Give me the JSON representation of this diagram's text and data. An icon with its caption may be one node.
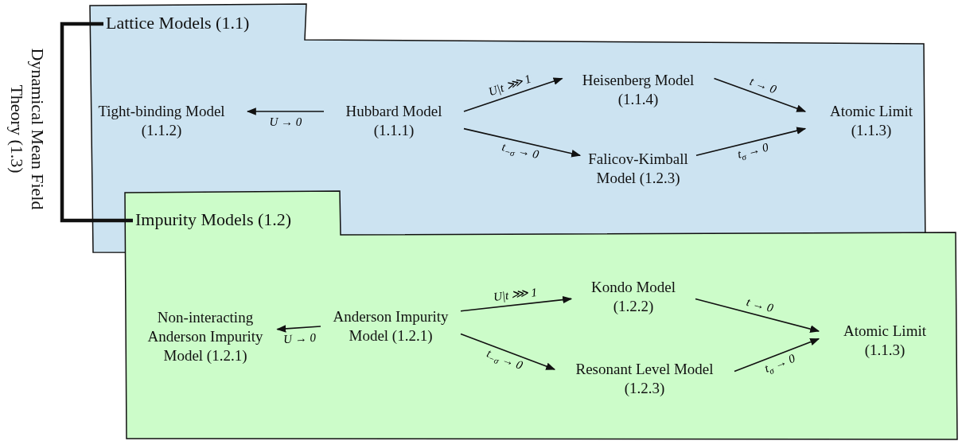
{
  "diagram": {
    "nodes": [
      {
        "text": [
          "Lattice Models (1.1)"
        ]
      },
      {
        "text": [
          "Tight-binding Model (1.1.2)"
        ],
        "in": 0
      },
      {
        "text": [
          "Hubbard Model (1.1.1)"
        ],
        "in": 0
      },
      {
        "text": [
          "Heisenberg Model (1.1.4)"
        ],
        "in": 0
      },
      {
        "text": [
          "Falicov-Kimball Model (1.2.3)"
        ],
        "in": 0
      },
      {
        "text": [
          "Atomic Limit (1.1.3)"
        ],
        "in": 0
      },
      {
        "text": [
          "Impurity Models (1.2)"
        ]
      },
      {
        "text": [
          "Non-interacting Anderson Impurity Model (1.2.1)"
        ],
        "in": 6
      },
      {
        "text": [
          "Anderson Impurity Model (1.2.1)"
        ],
        "in": 6
      },
      {
        "text": [
          "Kondo Model (1.2.2)"
        ],
        "in": 6
      },
      {
        "text": [
          "Resonant Level Model (1.2.3)"
        ],
        "in": 6
      },
      {
        "text": [
          "Atomic Limit (1.1.3)"
        ],
        "in": 6
      }
    ],
    "edges": [
      {
        "from": 0,
        "to": 6,
        "arrow": "none",
        "style": "thick"
      },
      {
        "from": 2,
        "to": 1,
        "arrow": "to",
        "label": "U → 0"
      },
      {
        "from": 2,
        "to": 3,
        "arrow": "to",
        "label": "U|t ⋙ 1"
      },
      {
        "from": 2,
        "to": 4,
        "arrow": "to",
        "label": "t$_{−σ}$ → 0"
      },
      {
        "from": 3,
        "to": 5,
        "arrow": "to",
        "label": "t → 0"
      },
      {
        "from": 4,
        "to": 5,
        "arrow": "to",
        "label": "t$_{σ}$ → 0"
      },
      {
        "from": 8,
        "to": 7,
        "arrow": "to",
        "label": "U → 0"
      },
      {
        "from": 8,
        "to": 9,
        "arrow": "to",
        "label": "U|t ⋙ 1"
      },
      {
        "from": 8,
        "to": 10,
        "arrow": "to",
        "label": "t$_{−σ}$ → 0"
      },
      {
        "from": 9,
        "to": 11,
        "arrow": "to",
        "label": "t → 0"
      },
      {
        "from": 10,
        "to": 11,
        "arrow": "to",
        "label": "t$_{σ}$ → 0"
      }
    ],
    "labels": [
      "Dynamical Mean Field Theory (1.3)"
    ]
  }
}
